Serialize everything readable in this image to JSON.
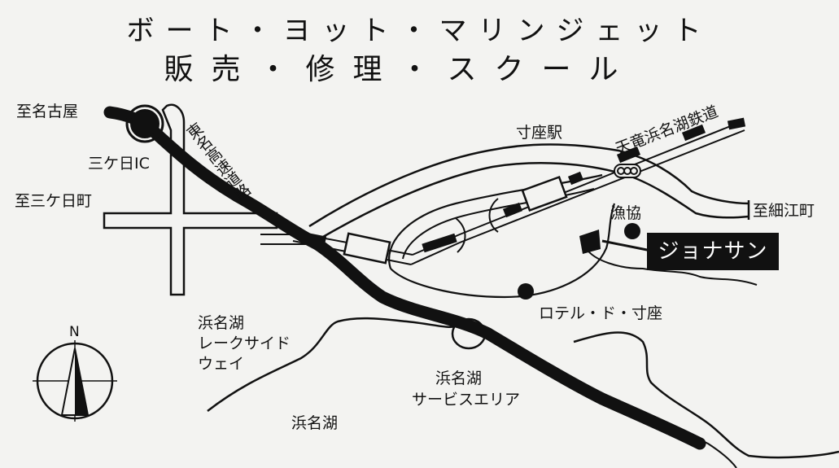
{
  "header": {
    "line1": "ボート・ヨット・マリンジェット",
    "line2": "販売・修理・スクール"
  },
  "labels": {
    "to_nagoya": "至名古屋",
    "mikkabi_ic": "三ケ日IC",
    "to_mikkabi": "至三ケ日町",
    "expressway": "東名高速道路",
    "sunza_station": "寸座駅",
    "railway": "天竜浜名湖鉄道",
    "to_hosoe": "至細江町",
    "fishery_coop": "漁協",
    "shop": "ジョナサン",
    "hotel": "ロテル・ド・寸座",
    "lakeside_way_1": "浜名湖",
    "lakeside_way_2": "レークサイド",
    "lakeside_way_3": "ウェイ",
    "service_area_1": "浜名湖",
    "service_area_2": "サービスエリア",
    "lake": "浜名湖",
    "compass_north": "N"
  },
  "colors": {
    "ink": "#111111",
    "paper": "#f3f3f1"
  }
}
